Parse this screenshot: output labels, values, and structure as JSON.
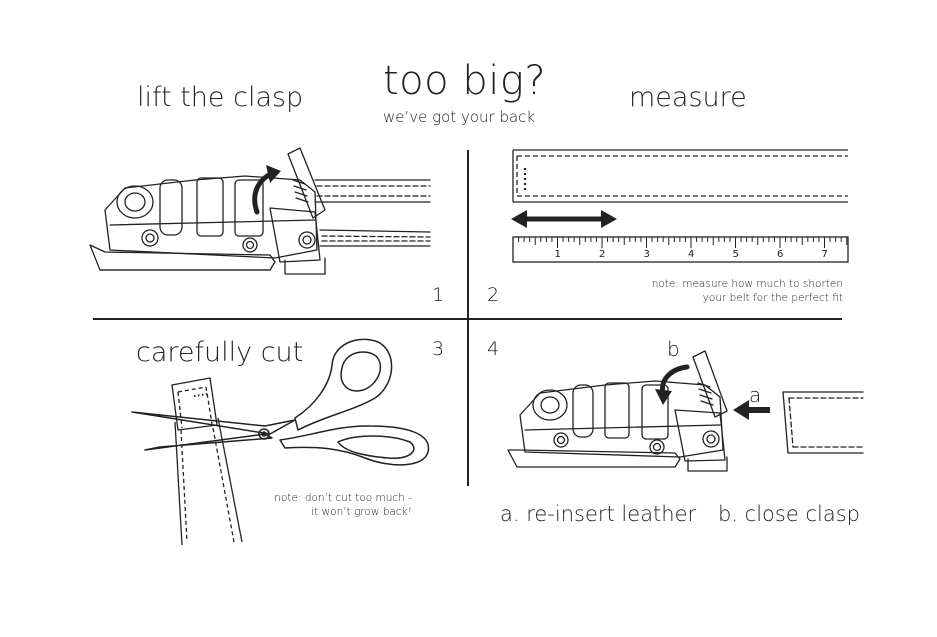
{
  "header": {
    "title": "too big?",
    "subtitle": "we’ve got your back"
  },
  "steps": [
    {
      "number": "1",
      "heading": "lift the clasp"
    },
    {
      "number": "2",
      "heading": "measure",
      "note_lines": [
        "note: measure how much to shorten",
        "your belt for the perfect fit"
      ]
    },
    {
      "number": "3",
      "heading": "carefully cut",
      "note_lines": [
        "note: don’t cut too much -",
        "it won’t grow back!"
      ]
    },
    {
      "number": "4",
      "arrow_labels": {
        "a": "a",
        "b": "b"
      },
      "caption_a": "a. re-insert leather",
      "caption_b": "b. close clasp"
    }
  ],
  "ruler": {
    "labels": [
      "1",
      "2",
      "3",
      "4",
      "5",
      "6",
      "7"
    ]
  },
  "colors": {
    "ink": "#222222",
    "background": "#ffffff"
  },
  "icons": [
    "buckle-clasp-open-icon",
    "curved-arrow-icon",
    "double-arrow-icon",
    "ruler-icon",
    "scissors-icon",
    "straight-arrow-icon"
  ]
}
